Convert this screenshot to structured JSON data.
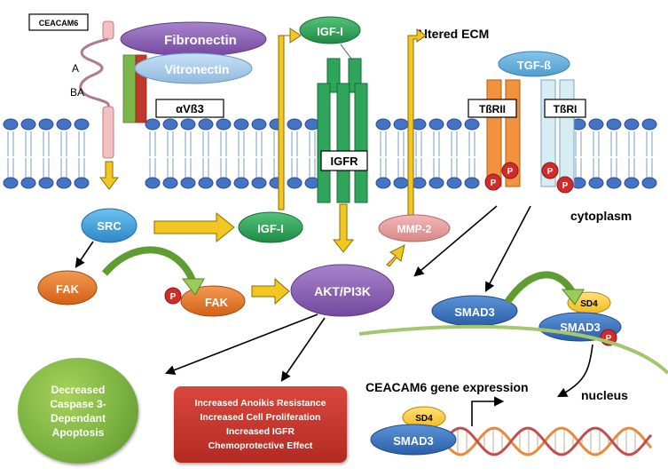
{
  "labels": {
    "ceacam6": "CEACAM6",
    "domain_a": "A",
    "domain_ba": "BA",
    "fibronectin": "Fibronectin",
    "vitronectin": "Vitronectin",
    "integrin": "αVß3",
    "igf1_top": "IGF-I",
    "igfr": "IGFR",
    "altered_ecm": "Altered ECM",
    "tgfb": "TGF-ß",
    "tbrii": "TßRII",
    "tbri": "TßRI",
    "cytoplasm": "cytoplasm",
    "src": "SRC",
    "igf1_mid": "IGF-I",
    "mmp2": "MMP-2",
    "fak": "FAK",
    "p_fak": "FAK",
    "akt_pi3k": "AKT/PI3K",
    "smad3": "SMAD3",
    "sd4": "SD4",
    "p": "P",
    "gene_expression": "CEACAM6 gene expression",
    "nucleus": "nucleus"
  },
  "outcomes": {
    "apoptosis": [
      "Decreased",
      "Caspase 3-",
      "Dependant",
      "Apoptosis"
    ],
    "effects": [
      "Increased Anoikis Resistance",
      "Increased Cell Proliferation",
      "Increased IGFR",
      "Chemoprotective Effect"
    ]
  },
  "colors": {
    "membrane_head": "#4472c4",
    "blue_node": "#4aa8e0",
    "green_node": "#2ea55a",
    "purple_node": "#8d63b8",
    "orange_node": "#e8732a",
    "pink_node": "#e9a0a0",
    "phospho": "#d32a2a",
    "yellow_arrow": "#f2c623",
    "dna_orange": "#e88a3a",
    "dna_red": "#c0504d"
  }
}
